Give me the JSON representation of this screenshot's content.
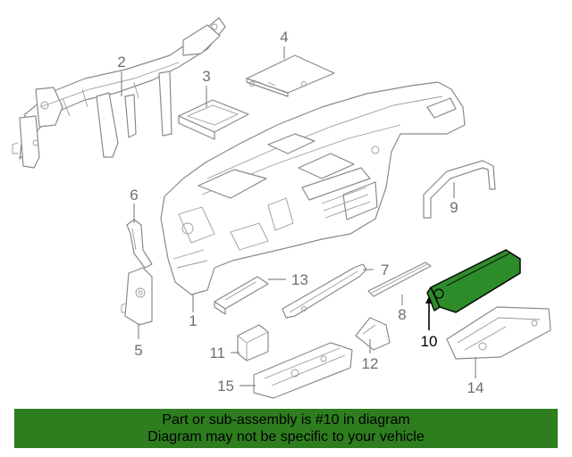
{
  "diagram": {
    "highlighted_part": "10",
    "highlight_color": "#2e8b2a",
    "callouts": {
      "c1": "1",
      "c2": "2",
      "c3": "3",
      "c4": "4",
      "c5": "5",
      "c6": "6",
      "c7": "7",
      "c8": "8",
      "c9": "9",
      "c10": "10",
      "c11": "11",
      "c12": "12",
      "c13": "13",
      "c14": "14",
      "c15": "15"
    }
  },
  "banner": {
    "background": "#2e7d1f",
    "line1": "Part or sub-assembly is #10 in diagram",
    "line2": "Diagram may not be specific to your vehicle"
  }
}
